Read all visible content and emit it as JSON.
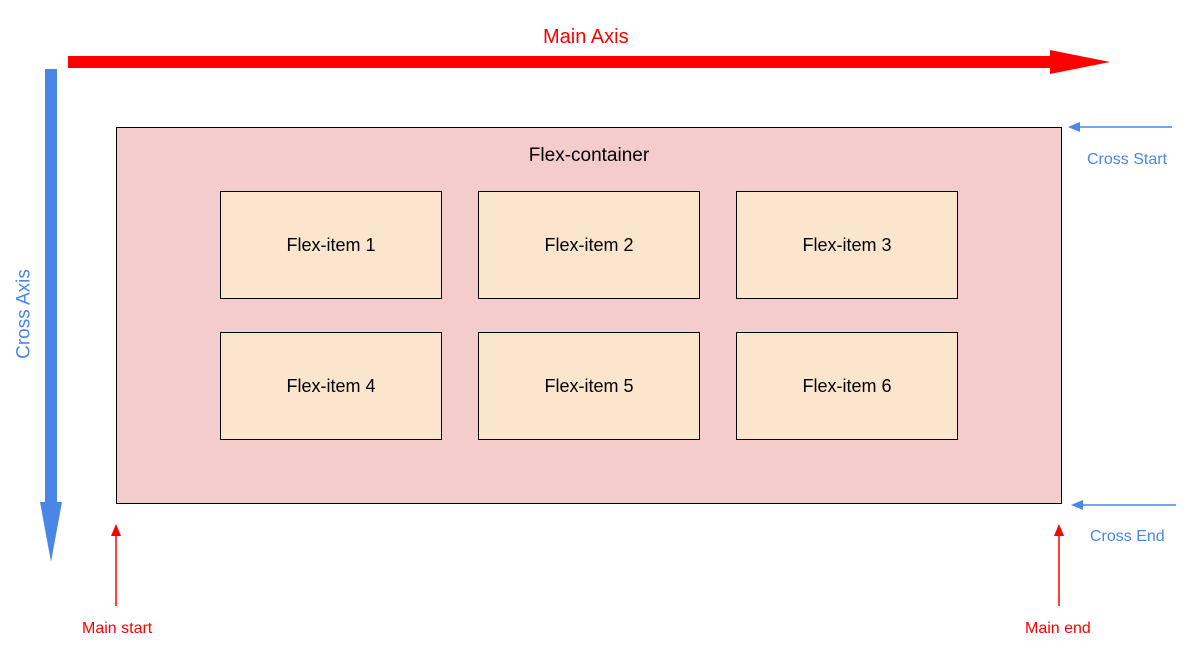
{
  "main_axis": {
    "label": "Main Axis",
    "color": "#ff0000"
  },
  "cross_axis": {
    "label": "Cross Axis",
    "color": "#4a86e8"
  },
  "cross_start": {
    "label": "Cross Start"
  },
  "cross_end": {
    "label": "Cross End"
  },
  "main_start": {
    "label": "Main start"
  },
  "main_end": {
    "label": "Main end"
  },
  "container": {
    "label": "Flex-container",
    "fill": "#f4cccc",
    "items": [
      {
        "label": "Flex-item 1"
      },
      {
        "label": "Flex-item 2"
      },
      {
        "label": "Flex-item 3"
      },
      {
        "label": "Flex-item 4"
      },
      {
        "label": "Flex-item 5"
      },
      {
        "label": "Flex-item 6"
      }
    ],
    "item_fill": "#fce5cd"
  }
}
